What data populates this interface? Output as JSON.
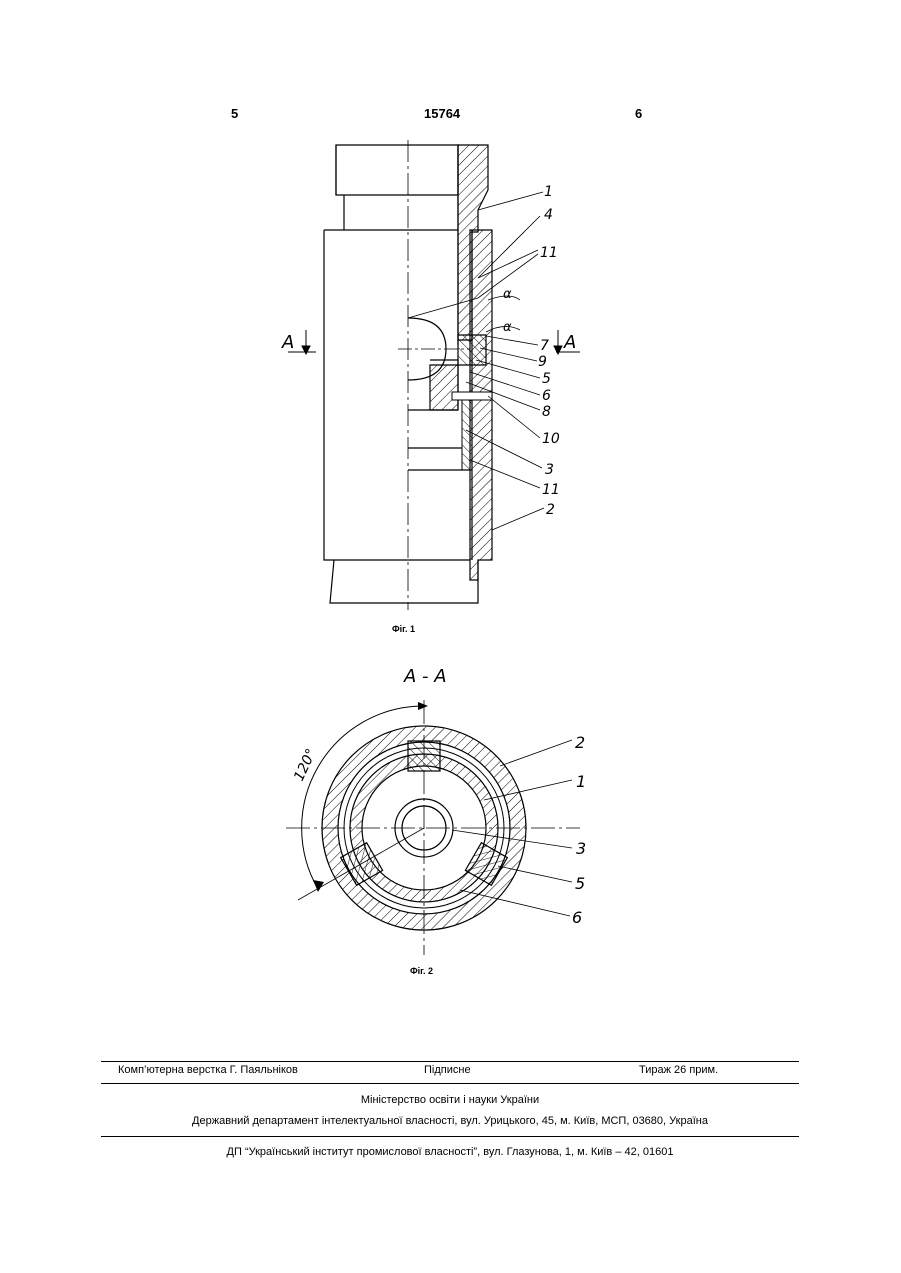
{
  "header": {
    "page_left": "5",
    "patent_number": "15764",
    "page_right": "6"
  },
  "figure1": {
    "caption": "Фіг. 1",
    "section_mark": "А",
    "part_labels": [
      "1",
      "4",
      "11",
      "7",
      "9",
      "5",
      "6",
      "8",
      "10",
      "3",
      "11",
      "2"
    ],
    "angle_label": "α"
  },
  "figure2": {
    "caption": "Фіг. 2",
    "section_title": "А - А",
    "angle_label": "120°",
    "part_labels": [
      "2",
      "1",
      "3",
      "5",
      "6"
    ]
  },
  "footer": {
    "typesetting": "Комп’ютерна верстка Г. Паяльніков",
    "signed": "Підписне",
    "circulation": "Тираж 26 прим.",
    "ministry": "Міністерство освіти і науки України",
    "department": "Державний департамент інтелектуальної власності, вул. Урицького, 45, м. Київ, МСП, 03680, Україна",
    "institute": "ДП “Український інститут промислової власності”, вул. Глазунова, 1, м. Київ – 42, 01601"
  }
}
